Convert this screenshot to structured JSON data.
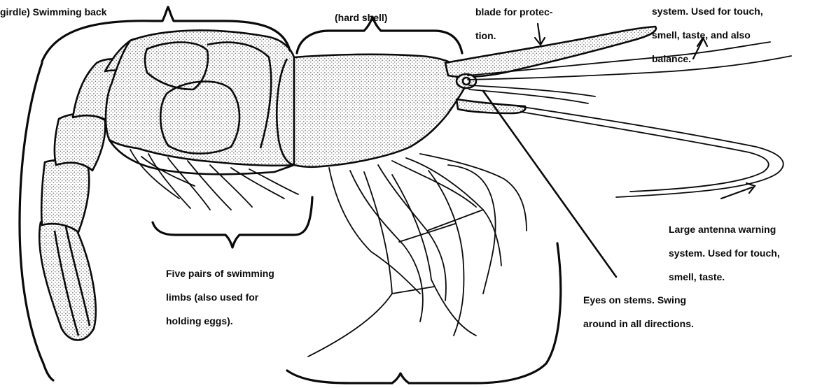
{
  "labels": {
    "tail": [
      "girdle) Swimming back"
    ],
    "shell": [
      "(hard shell)"
    ],
    "blade": [
      "blade for protec-",
      "tion."
    ],
    "small_antenna": [
      "system. Used for touch,",
      "smell, taste, and also",
      "balance."
    ],
    "large_antenna": [
      "Large antenna warning",
      "system. Used for touch,",
      "smell, taste."
    ],
    "swim": [
      "Five pairs of swimming",
      "limbs (also used for",
      "holding eggs)."
    ],
    "eyes": [
      "Eyes on stems. Swing",
      "around in all directions."
    ]
  },
  "colors": {
    "ink": "#0a0a0a",
    "stipple": "#6a6a6a",
    "paper": "#ffffff"
  }
}
